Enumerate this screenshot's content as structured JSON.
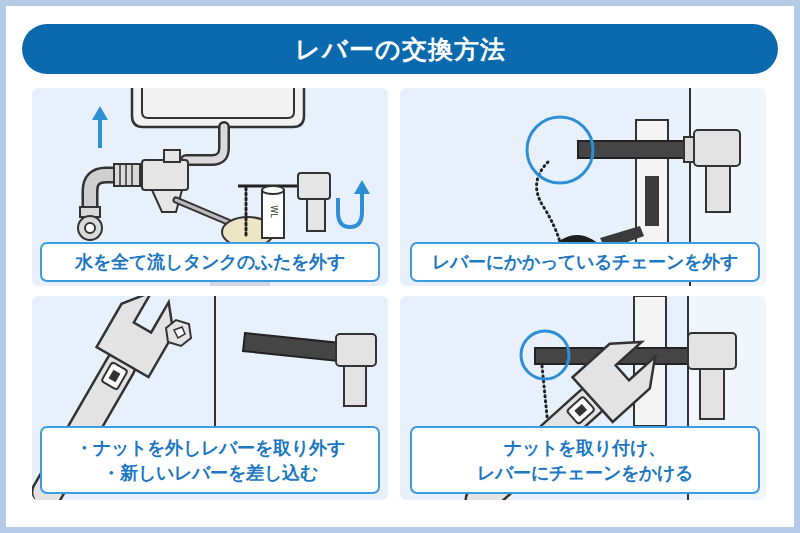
{
  "diagram": {
    "title": "レバーの交換方法",
    "nodes": [
      {
        "text": [
          "水を全て流しタンクのふたを外す"
        ]
      },
      {
        "text": [
          "レバーにかかっているチェーンを外す"
        ]
      },
      {
        "text": [
          "・ナットを外しレバーを取り外す",
          "・新しいレバーを差し込む"
        ]
      },
      {
        "text": [
          "ナットを取り付け、 レバーにチェーンをかける"
        ]
      }
    ],
    "labels": [
      "WL"
    ]
  }
}
